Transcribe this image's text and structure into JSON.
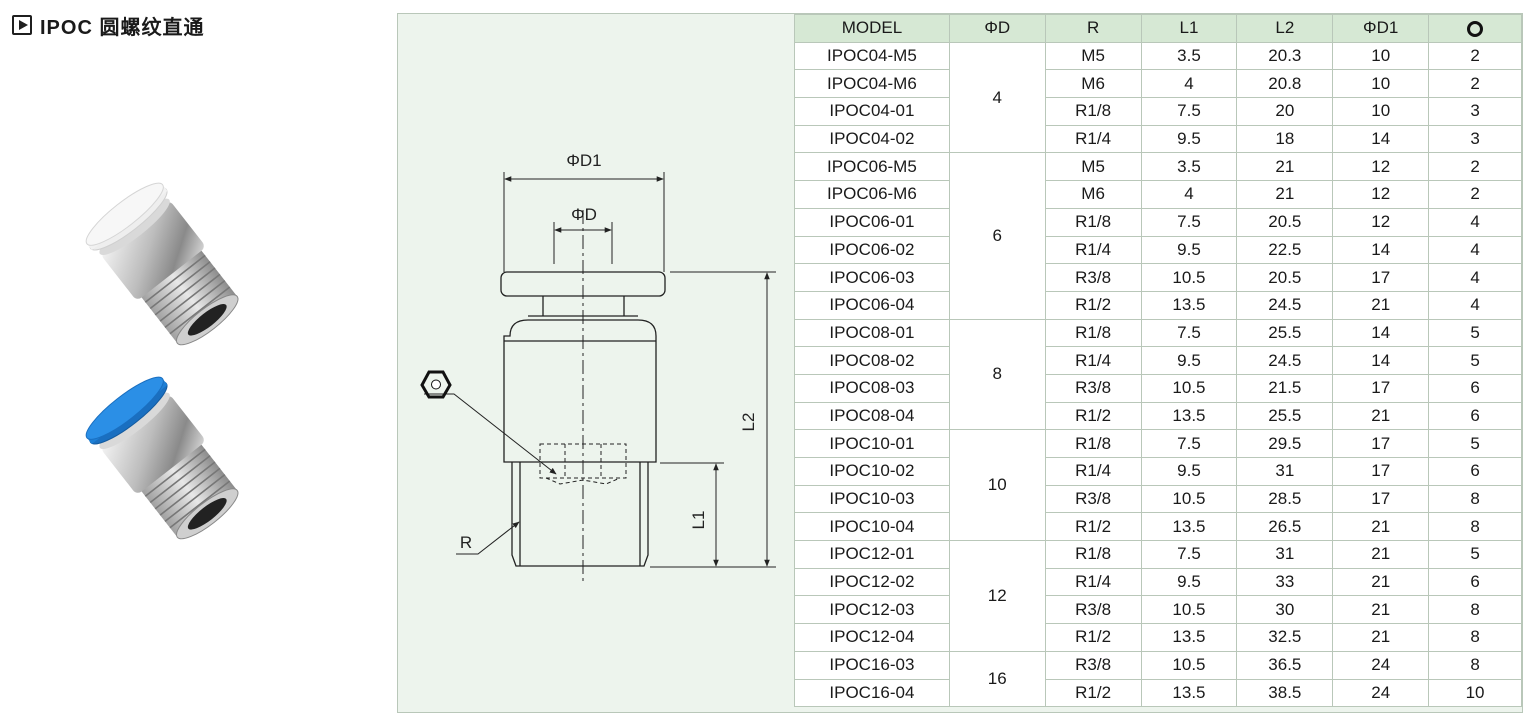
{
  "title": "IPOC 圆螺纹直通",
  "drawing_labels": {
    "phi_d1": "ΦD1",
    "phi_d": "ΦD",
    "l1": "L1",
    "l2": "L2",
    "r": "R"
  },
  "table": {
    "headers": [
      "MODEL",
      "ΦD",
      "R",
      "L1",
      "L2",
      "ΦD1"
    ],
    "hex_header_icon": "ring-icon",
    "groups": [
      {
        "d": "4",
        "rows": [
          {
            "model": "IPOC04-M5",
            "r": "M5",
            "l1": "3.5",
            "l2": "20.3",
            "d1": "10",
            "hex": "2"
          },
          {
            "model": "IPOC04-M6",
            "r": "M6",
            "l1": "4",
            "l2": "20.8",
            "d1": "10",
            "hex": "2"
          },
          {
            "model": "IPOC04-01",
            "r": "R1/8",
            "l1": "7.5",
            "l2": "20",
            "d1": "10",
            "hex": "3"
          },
          {
            "model": "IPOC04-02",
            "r": "R1/4",
            "l1": "9.5",
            "l2": "18",
            "d1": "14",
            "hex": "3"
          }
        ]
      },
      {
        "d": "6",
        "rows": [
          {
            "model": "IPOC06-M5",
            "r": "M5",
            "l1": "3.5",
            "l2": "21",
            "d1": "12",
            "hex": "2"
          },
          {
            "model": "IPOC06-M6",
            "r": "M6",
            "l1": "4",
            "l2": "21",
            "d1": "12",
            "hex": "2"
          },
          {
            "model": "IPOC06-01",
            "r": "R1/8",
            "l1": "7.5",
            "l2": "20.5",
            "d1": "12",
            "hex": "4"
          },
          {
            "model": "IPOC06-02",
            "r": "R1/4",
            "l1": "9.5",
            "l2": "22.5",
            "d1": "14",
            "hex": "4"
          },
          {
            "model": "IPOC06-03",
            "r": "R3/8",
            "l1": "10.5",
            "l2": "20.5",
            "d1": "17",
            "hex": "4"
          },
          {
            "model": "IPOC06-04",
            "r": "R1/2",
            "l1": "13.5",
            "l2": "24.5",
            "d1": "21",
            "hex": "4"
          }
        ]
      },
      {
        "d": "8",
        "rows": [
          {
            "model": "IPOC08-01",
            "r": "R1/8",
            "l1": "7.5",
            "l2": "25.5",
            "d1": "14",
            "hex": "5"
          },
          {
            "model": "IPOC08-02",
            "r": "R1/4",
            "l1": "9.5",
            "l2": "24.5",
            "d1": "14",
            "hex": "5"
          },
          {
            "model": "IPOC08-03",
            "r": "R3/8",
            "l1": "10.5",
            "l2": "21.5",
            "d1": "17",
            "hex": "6"
          },
          {
            "model": "IPOC08-04",
            "r": "R1/2",
            "l1": "13.5",
            "l2": "25.5",
            "d1": "21",
            "hex": "6"
          }
        ]
      },
      {
        "d": "10",
        "rows": [
          {
            "model": "IPOC10-01",
            "r": "R1/8",
            "l1": "7.5",
            "l2": "29.5",
            "d1": "17",
            "hex": "5"
          },
          {
            "model": "IPOC10-02",
            "r": "R1/4",
            "l1": "9.5",
            "l2": "31",
            "d1": "17",
            "hex": "6"
          },
          {
            "model": "IPOC10-03",
            "r": "R3/8",
            "l1": "10.5",
            "l2": "28.5",
            "d1": "17",
            "hex": "8"
          },
          {
            "model": "IPOC10-04",
            "r": "R1/2",
            "l1": "13.5",
            "l2": "26.5",
            "d1": "21",
            "hex": "8"
          }
        ]
      },
      {
        "d": "12",
        "rows": [
          {
            "model": "IPOC12-01",
            "r": "R1/8",
            "l1": "7.5",
            "l2": "31",
            "d1": "21",
            "hex": "5"
          },
          {
            "model": "IPOC12-02",
            "r": "R1/4",
            "l1": "9.5",
            "l2": "33",
            "d1": "21",
            "hex": "6"
          },
          {
            "model": "IPOC12-03",
            "r": "R3/8",
            "l1": "10.5",
            "l2": "30",
            "d1": "21",
            "hex": "8"
          },
          {
            "model": "IPOC12-04",
            "r": "R1/2",
            "l1": "13.5",
            "l2": "32.5",
            "d1": "21",
            "hex": "8"
          }
        ]
      },
      {
        "d": "16",
        "rows": [
          {
            "model": "IPOC16-03",
            "r": "R3/8",
            "l1": "10.5",
            "l2": "36.5",
            "d1": "24",
            "hex": "8"
          },
          {
            "model": "IPOC16-04",
            "r": "R1/2",
            "l1": "13.5",
            "l2": "38.5",
            "d1": "24",
            "hex": "10"
          }
        ]
      }
    ]
  },
  "colors": {
    "panel_bg": "#edf4ed",
    "header_bg": "#d6e8d4",
    "grid": "#b9c7b9",
    "collet_white": "#eeeeee",
    "collet_blue": "#1d7fd6"
  }
}
